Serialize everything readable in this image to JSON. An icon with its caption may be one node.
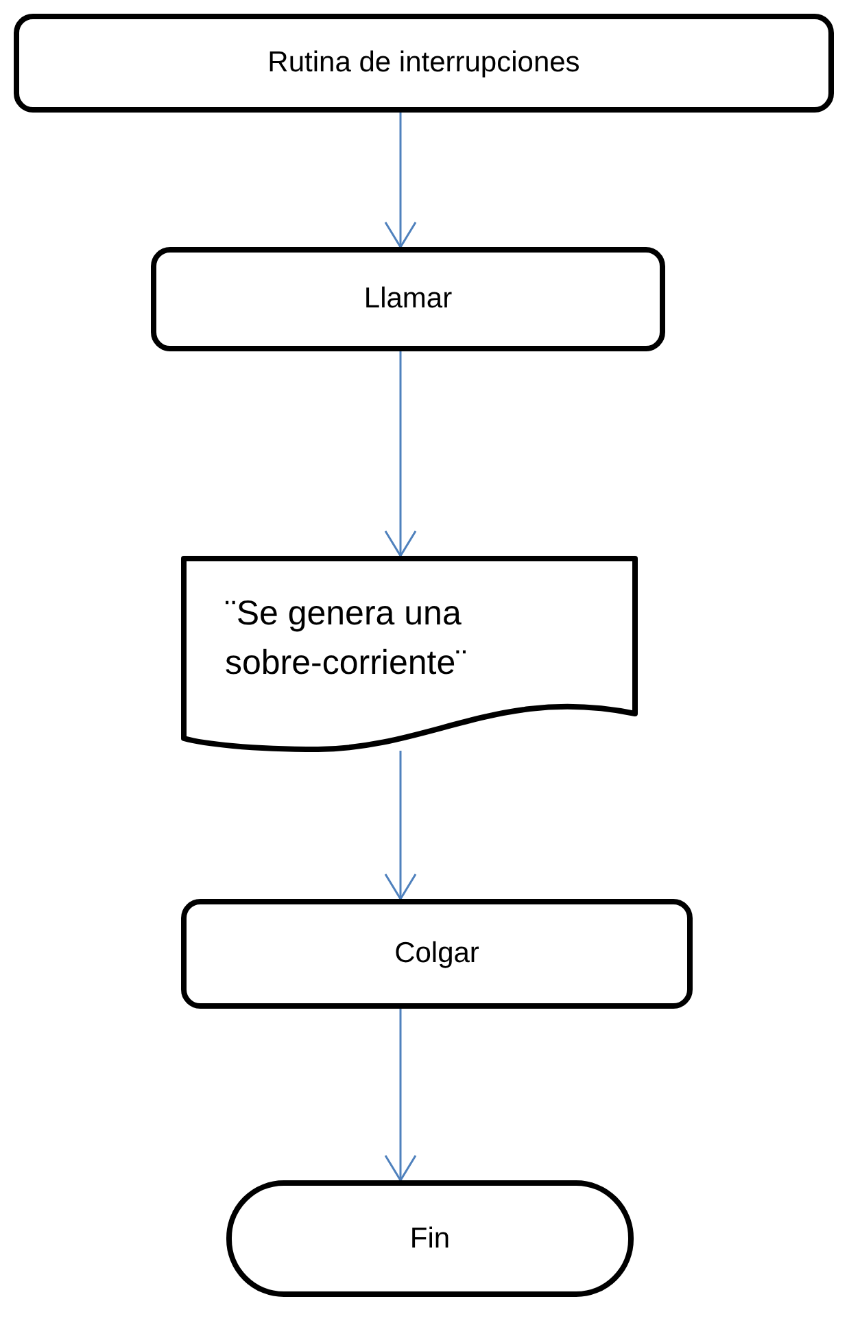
{
  "diagram": {
    "nodes": [
      {
        "text": [
          "Rutina de interrupciones"
        ]
      },
      {
        "text": [
          "Llamar"
        ]
      },
      {
        "text": [
          "¨Se genera una sobre-corriente¨"
        ]
      },
      {
        "text": [
          "Colgar"
        ]
      },
      {
        "text": [
          "Fin"
        ]
      }
    ],
    "edges": [
      {
        "from": 0,
        "to": 1,
        "arrow": "to"
      },
      {
        "from": 1,
        "to": 2,
        "arrow": "to"
      },
      {
        "from": 2,
        "to": 3,
        "arrow": "to"
      },
      {
        "from": 3,
        "to": 4,
        "arrow": "to"
      }
    ]
  }
}
